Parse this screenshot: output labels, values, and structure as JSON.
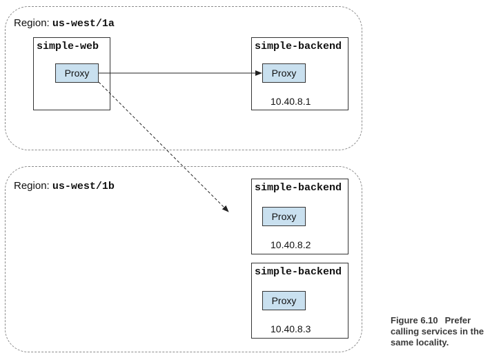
{
  "regions": {
    "west_1a": {
      "label_prefix": "Region:",
      "label_code": "us-west/1a"
    },
    "west_1b": {
      "label_prefix": "Region:",
      "label_code": "us-west/1b"
    }
  },
  "services": {
    "web": {
      "title": "simple-web",
      "proxy": "Proxy"
    },
    "backend_1": {
      "title": "simple-backend",
      "proxy": "Proxy",
      "ip": "10.40.8.1"
    },
    "backend_2": {
      "title": "simple-backend",
      "proxy": "Proxy",
      "ip": "10.40.8.2"
    },
    "backend_3": {
      "title": "simple-backend",
      "proxy": "Proxy",
      "ip": "10.40.8.3"
    }
  },
  "caption": {
    "figure_number": "Figure 6.10",
    "text": "Prefer calling services in the same locality."
  },
  "colors": {
    "proxy_fill": "#c9e0ef",
    "region_border": "#8a8a8a",
    "box_border": "#333333"
  }
}
